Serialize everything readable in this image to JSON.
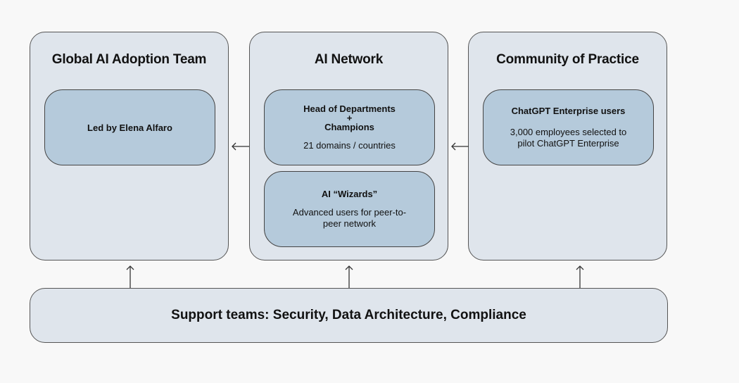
{
  "columns": [
    {
      "title": "Global AI Adoption Team",
      "cards": [
        {
          "heading": "Led by Elena Alfaro"
        }
      ]
    },
    {
      "title": "AI Network",
      "cards": [
        {
          "heading_line1": "Head of Departments",
          "heading_plus": "+",
          "heading_line2": "Champions",
          "detail": "21 domains / countries"
        },
        {
          "heading": "AI “Wizards”",
          "detail_line1": "Advanced users for peer-to-",
          "detail_line2": "peer network"
        }
      ]
    },
    {
      "title": "Community of Practice",
      "cards": [
        {
          "heading": "ChatGPT Enterprise users",
          "detail_line1": "3,000 employees selected to",
          "detail_line2": "pilot ChatGPT Enterprise"
        }
      ]
    }
  ],
  "support": {
    "label": "Support teams: Security, Data Architecture, Compliance"
  },
  "arrows": {
    "horizontal": [
      "AI Network → Global AI Adoption Team",
      "Community of Practice → AI Network"
    ],
    "vertical": [
      "Support teams → Global AI Adoption Team",
      "Support teams → AI Network",
      "Support teams → Community of Practice"
    ]
  }
}
